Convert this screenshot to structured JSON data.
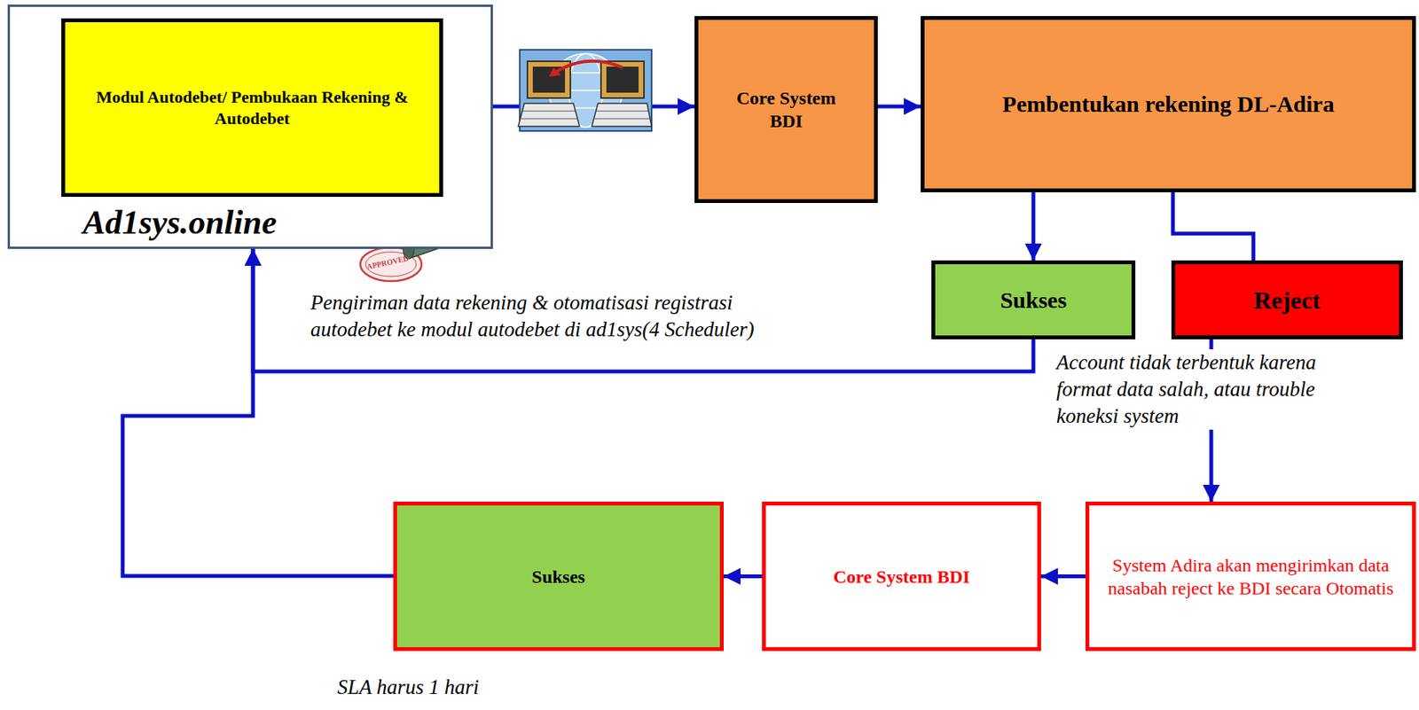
{
  "diagram": {
    "nodes": [
      {
        "text": [
          "Ad1sys.online"
        ]
      },
      {
        "text": [
          "Modul Autodebet/ Pembukaan Rekening & Autodebet"
        ],
        "in": 0
      },
      {
        "text": [
          "Core System BDI"
        ]
      },
      {
        "text": [
          "Pembentukan rekening DL-Adira"
        ]
      },
      {
        "text": [
          "Sukses"
        ]
      },
      {
        "text": [
          "Reject"
        ]
      },
      {
        "text": [
          "System Adira akan mengirimkan data nasabah reject ke BDI secara Otomatis"
        ]
      },
      {
        "text": [
          "Core System BDI"
        ]
      },
      {
        "text": [
          "Sukses"
        ]
      }
    ],
    "edges": [
      {
        "from": 1,
        "to": 2,
        "arrow": "to"
      },
      {
        "from": 2,
        "to": 3,
        "arrow": "to"
      },
      {
        "from": 3,
        "to": 4,
        "arrow": "to"
      },
      {
        "from": 3,
        "to": 5,
        "arrow": "none"
      },
      {
        "from": 4,
        "to": 0,
        "label": "Pengiriman data rekening & otomatisasi registrasi autodebet ke modul autodebet di ad1sys(4 Scheduler)",
        "arrow": "to"
      },
      {
        "from": 5,
        "to": 6,
        "label": "Account tidak terbentuk karena format data salah, atau trouble koneksi system",
        "arrow": "to"
      },
      {
        "from": 6,
        "to": 7,
        "arrow": "to"
      },
      {
        "from": 7,
        "to": 8,
        "arrow": "to"
      },
      {
        "from": 8,
        "to": 0,
        "arrow": "to"
      }
    ],
    "labels": [
      "APPROVED",
      "SLA harus 1 hari"
    ]
  }
}
